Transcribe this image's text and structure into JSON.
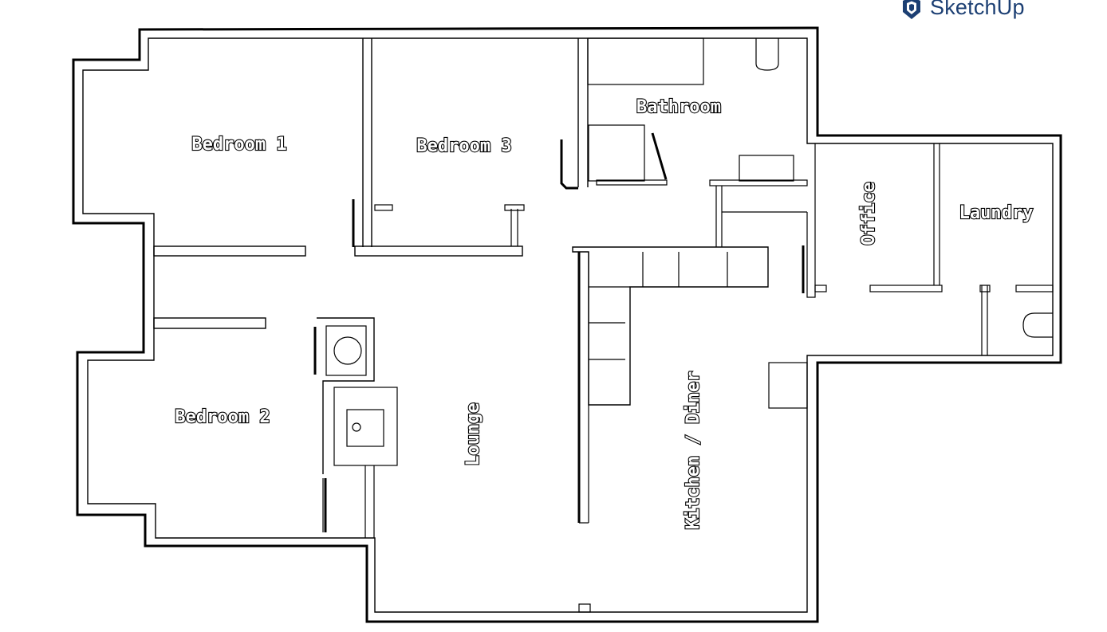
{
  "brand": {
    "name": "SketchUp",
    "color": "#1c3f73"
  },
  "rooms": {
    "bedroom1": "Bedroom 1",
    "bedroom2": "Bedroom 2",
    "bedroom3": "Bedroom 3",
    "bathroom": "Bathroom",
    "office": "Office",
    "laundry": "Laundry",
    "lounge": "Lounge",
    "kitchen": "Kitchen / Diner"
  }
}
